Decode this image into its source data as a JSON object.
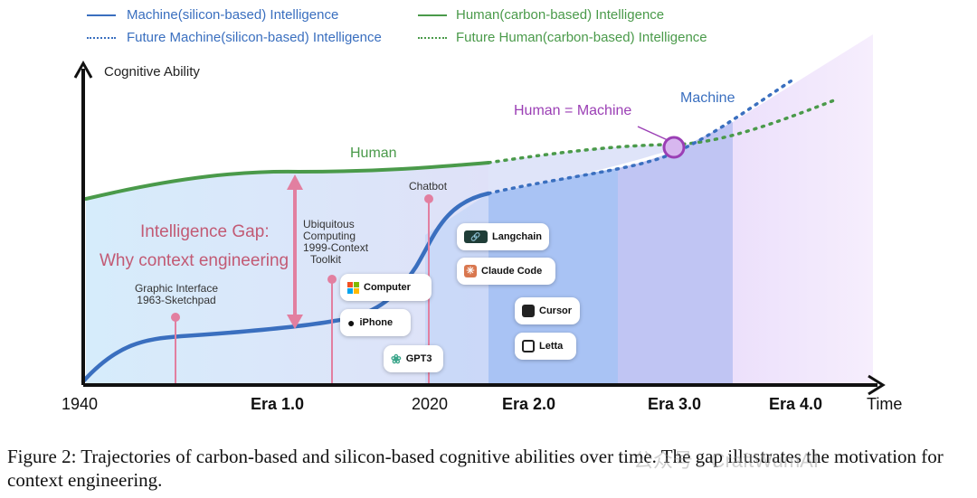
{
  "legend": {
    "machine": "Machine(silicon-based) Intelligence",
    "human": "Human(carbon-based) Intelligence",
    "future_machine": "Future Machine(silicon-based) Intelligence",
    "future_human": "Future Human(carbon-based) Intelligence"
  },
  "axes": {
    "y_label": "Cognitive Ability",
    "x_label": "Time",
    "ticks": {
      "start": "1940",
      "era1": "Era 1.0",
      "y2020": "2020",
      "era2": "Era 2.0",
      "era3": "Era 3.0",
      "era4": "Era 4.0"
    }
  },
  "labels": {
    "human": "Human",
    "machine": "Machine",
    "equal": "Human = Machine",
    "gap_line1": "Intelligence Gap:",
    "gap_line2": "Why context engineering",
    "milestone_graphic_1": "Graphic Interface",
    "milestone_graphic_2": "1963-Sketchpad",
    "milestone_ubi_1": "Ubiquitous",
    "milestone_ubi_2": "Computing",
    "milestone_ubi_3": "1999-Context",
    "milestone_ubi_4": "Toolkit",
    "milestone_chatbot": "Chatbot"
  },
  "chips": {
    "computer": "Computer",
    "iphone": "iPhone",
    "gpt3": "GPT3",
    "langchain": "Langchain",
    "claude_code": "Claude Code",
    "cursor": "Cursor",
    "letta": "Letta"
  },
  "caption": "Figure 2: Trajectories of carbon-based and silicon-based cognitive abilities over time. The gap illustrates the motivation for context engineering.",
  "watermark": "公众号 · CraftWumAI",
  "colors": {
    "machine": "#3a6fbf",
    "human": "#4a9a4a",
    "equal": "#9b3fb5",
    "gap": "#e27fa0"
  }
}
